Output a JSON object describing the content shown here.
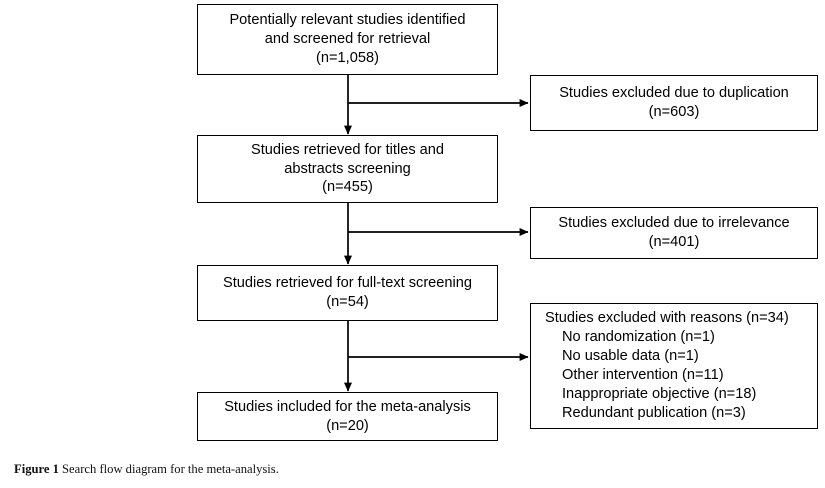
{
  "figure": {
    "caption_label": "Figure 1",
    "caption_text": "Search flow diagram for the meta-analysis.",
    "stroke_color": "#000000",
    "background_color": "#ffffff"
  },
  "flow": {
    "identified": {
      "line1": "Potentially relevant studies identified",
      "line2": "and screened for retrieval",
      "line3": "(n=1,058)"
    },
    "titles": {
      "line1": "Studies retrieved for titles and",
      "line2": "abstracts screening",
      "line3": "(n=455)"
    },
    "fulltext": {
      "line1": "Studies retrieved for full-text screening",
      "line2": "(n=54)"
    },
    "included": {
      "line1": "Studies included for the meta-analysis",
      "line2": "(n=20)"
    },
    "excluded_duplication": {
      "line1": "Studies excluded due to duplication",
      "line2": "(n=603)"
    },
    "excluded_irrelevance": {
      "line1": "Studies excluded due to irrelevance",
      "line2": "(n=401)"
    },
    "excluded_reasons": {
      "heading": "Studies excluded with reasons (n=34)",
      "reason1": "No randomization (n=1)",
      "reason2": "No usable data (n=1)",
      "reason3": "Other intervention (n=11)",
      "reason4": "Inappropriate objective (n=18)",
      "reason5": "Redundant publication (n=3)"
    }
  },
  "chart_data": {
    "type": "diagram",
    "title": "Search flow diagram for the meta-analysis",
    "nodes": [
      {
        "id": "identified",
        "label": "Potentially relevant studies identified and screened for retrieval",
        "n": 1058,
        "column": "main"
      },
      {
        "id": "excluded_duplication",
        "label": "Studies excluded due to duplication",
        "n": 603,
        "column": "excluded"
      },
      {
        "id": "titles",
        "label": "Studies retrieved for titles and abstracts screening",
        "n": 455,
        "column": "main"
      },
      {
        "id": "excluded_irrelevance",
        "label": "Studies excluded due to irrelevance",
        "n": 401,
        "column": "excluded"
      },
      {
        "id": "fulltext",
        "label": "Studies retrieved for full-text screening",
        "n": 54,
        "column": "main"
      },
      {
        "id": "excluded_reasons",
        "label": "Studies excluded with reasons",
        "n": 34,
        "column": "excluded",
        "breakdown": [
          {
            "reason": "No randomization",
            "n": 1
          },
          {
            "reason": "No usable data",
            "n": 1
          },
          {
            "reason": "Other intervention",
            "n": 11
          },
          {
            "reason": "Inappropriate objective",
            "n": 18
          },
          {
            "reason": "Redundant publication",
            "n": 3
          }
        ]
      },
      {
        "id": "included",
        "label": "Studies included for the meta-analysis",
        "n": 20,
        "column": "main"
      }
    ],
    "edges": [
      {
        "from": "identified",
        "to": "excluded_duplication",
        "direction": "right"
      },
      {
        "from": "identified",
        "to": "titles",
        "direction": "down"
      },
      {
        "from": "titles",
        "to": "excluded_irrelevance",
        "direction": "right"
      },
      {
        "from": "titles",
        "to": "fulltext",
        "direction": "down"
      },
      {
        "from": "fulltext",
        "to": "excluded_reasons",
        "direction": "right"
      },
      {
        "from": "fulltext",
        "to": "included",
        "direction": "down"
      }
    ]
  }
}
